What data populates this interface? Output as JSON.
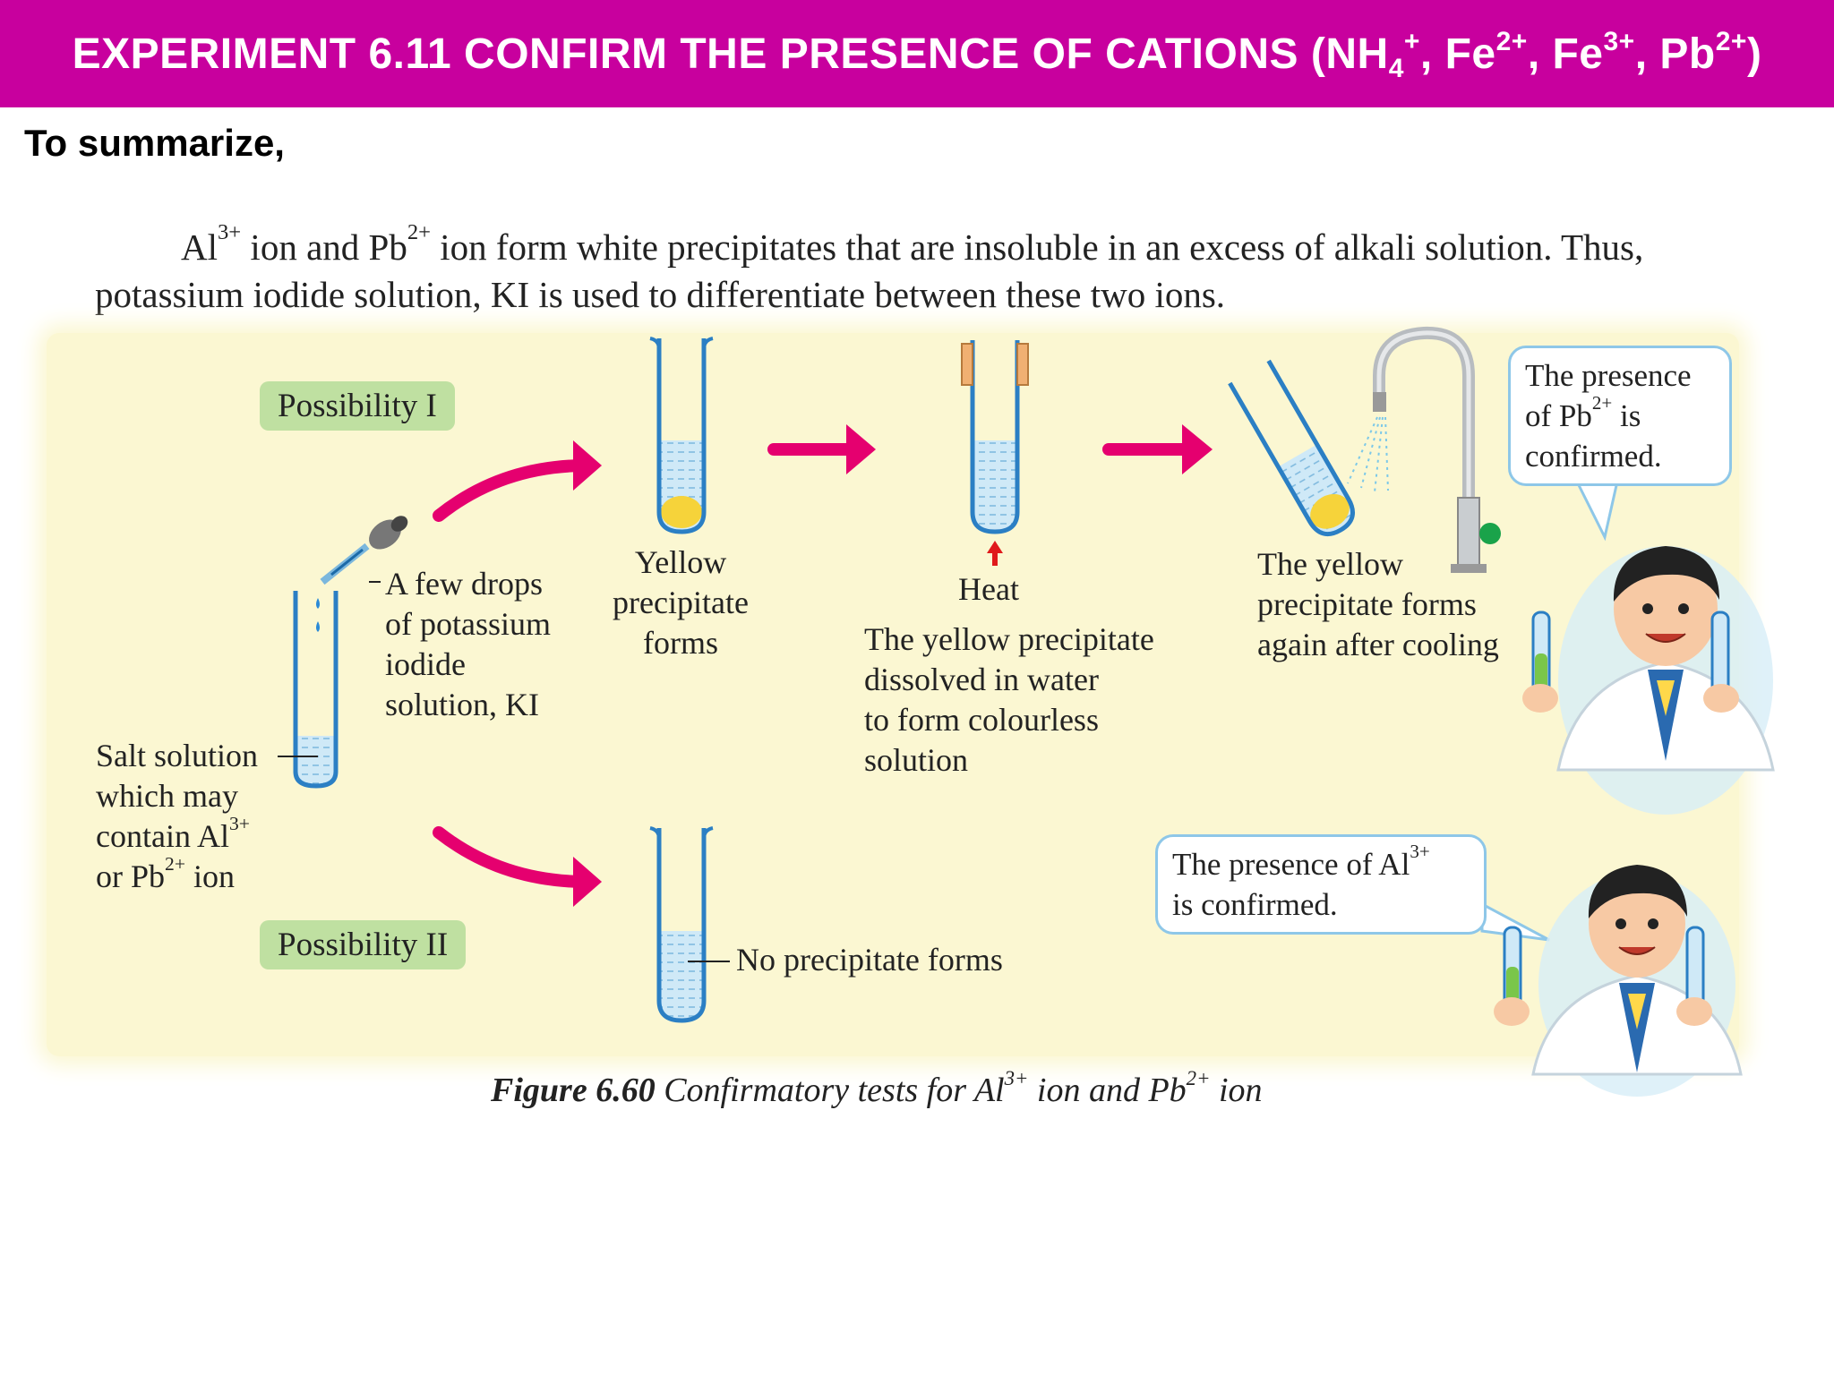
{
  "header": {
    "title_main": "EXPERIMENT 6.11 CONFIRM THE PRESENCE OF CATIONS (NH",
    "sub_4": "4",
    "sup_plus": "+",
    "sep_fe": ", Fe",
    "sup_2plus": "2+",
    "sep_fe3": ", Fe",
    "sup_3plus": "3+",
    "sep_pb": ", Pb",
    "sup_pb": "2+",
    "close": ")"
  },
  "summary_heading": "To summarize,",
  "intro": {
    "al": "Al",
    "al_charge": "3+",
    "mid1": " ion and Pb",
    "pb_charge": "2+",
    "rest": " ion form white precipitates that are insoluble in an excess of alkali solution. Thus, potassium iodide solution, KI is used to differentiate between these two ions."
  },
  "figure": {
    "possibility_1": "Possibility I",
    "possibility_2": "Possibility  II",
    "dropper_label": [
      "A few drops",
      "of potassium",
      "iodide",
      "solution, KI"
    ],
    "salt_label_1": "Salt solution",
    "salt_label_2": "which may",
    "salt_label_3a": "contain Al",
    "salt_label_3b": "3+",
    "salt_label_4a": "or Pb",
    "salt_label_4b": "2+",
    "salt_label_4c": " ion",
    "yellow_ppt": [
      "Yellow",
      "precipitate",
      "forms"
    ],
    "heat": "Heat",
    "dissolved": [
      "The yellow precipitate",
      "dissolved in water",
      "to form colourless",
      "solution"
    ],
    "reforms": [
      "The yellow",
      "precipitate forms",
      "again after cooling"
    ],
    "no_ppt": "No precipitate forms",
    "bubble_pb_1": "The presence",
    "bubble_pb_2a": "of Pb",
    "bubble_pb_2b": "2+",
    "bubble_pb_2c": " is",
    "bubble_pb_3": "confirmed.",
    "bubble_al_1a": "The presence of Al",
    "bubble_al_1b": "3+",
    "bubble_al_2": "is confirmed."
  },
  "caption": {
    "label": "Figure 6.60",
    "text_1": " Confirmatory tests for Al",
    "al_charge": "3+",
    "text_2": " ion and Pb",
    "pb_charge": "2+",
    "text_3": " ion"
  },
  "colors": {
    "banner": "#c8009e",
    "panel": "#fbf7d2",
    "pill": "#bfe0a1",
    "arrow": "#e5006f",
    "liquid": "#cfe9f7",
    "precipitate": "#f6d33a",
    "tube": "#2b7fc4"
  }
}
